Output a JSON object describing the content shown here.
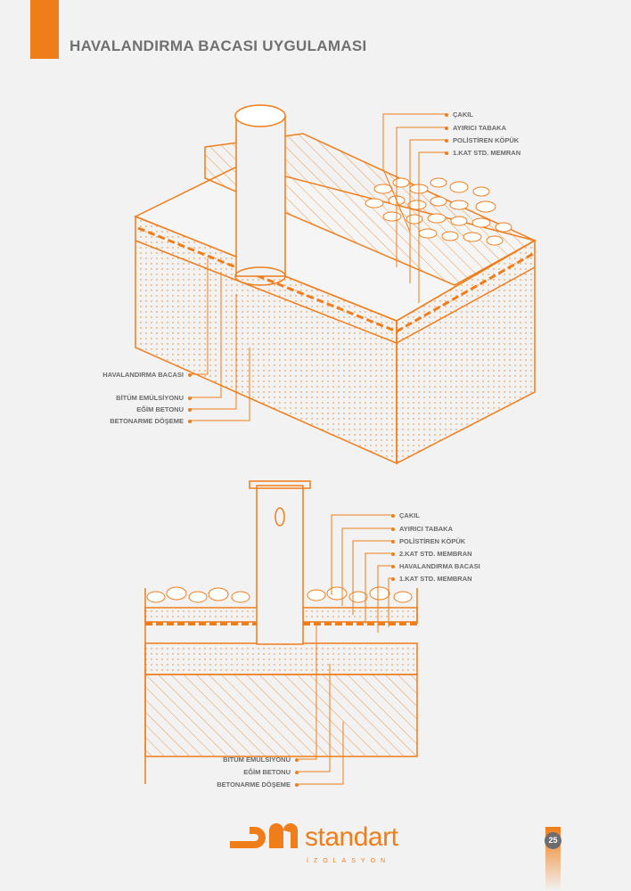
{
  "header": {
    "title": "HAVALANDIRMA BACASI UYGULAMASI"
  },
  "diagram_top": {
    "right_labels": [
      "ÇAKIL",
      "AYIRICI TABAKA",
      "POLİSTİREN KÖPÜK",
      "1.KAT STD. MEMRAN"
    ],
    "left_labels": [
      "HAVALANDIRMA BACASI",
      "BİTÜM EMÜLSİYONU",
      "EĞİM BETONU",
      "BETONARME DÖŞEME"
    ]
  },
  "diagram_bottom": {
    "right_labels": [
      "ÇAKIL",
      "AYIRICI TABAKA",
      "POLİSTİREN KÖPÜK",
      "2.KAT STD. MEMBRAN",
      "HAVALANDIRMA BACASI",
      "1.KAT STD. MEMBRAN"
    ],
    "left_labels": [
      "BİTÜM EMÜLSİYONU",
      "EĞİM BETONU",
      "BETONARME DÖŞEME"
    ]
  },
  "footer": {
    "brand": "standart",
    "brand_sub": "İZOLASYON",
    "page_number": "25"
  },
  "colors": {
    "accent": "#ef7d1a",
    "text": "#6a6a6a",
    "background": "#f2f2f2"
  }
}
